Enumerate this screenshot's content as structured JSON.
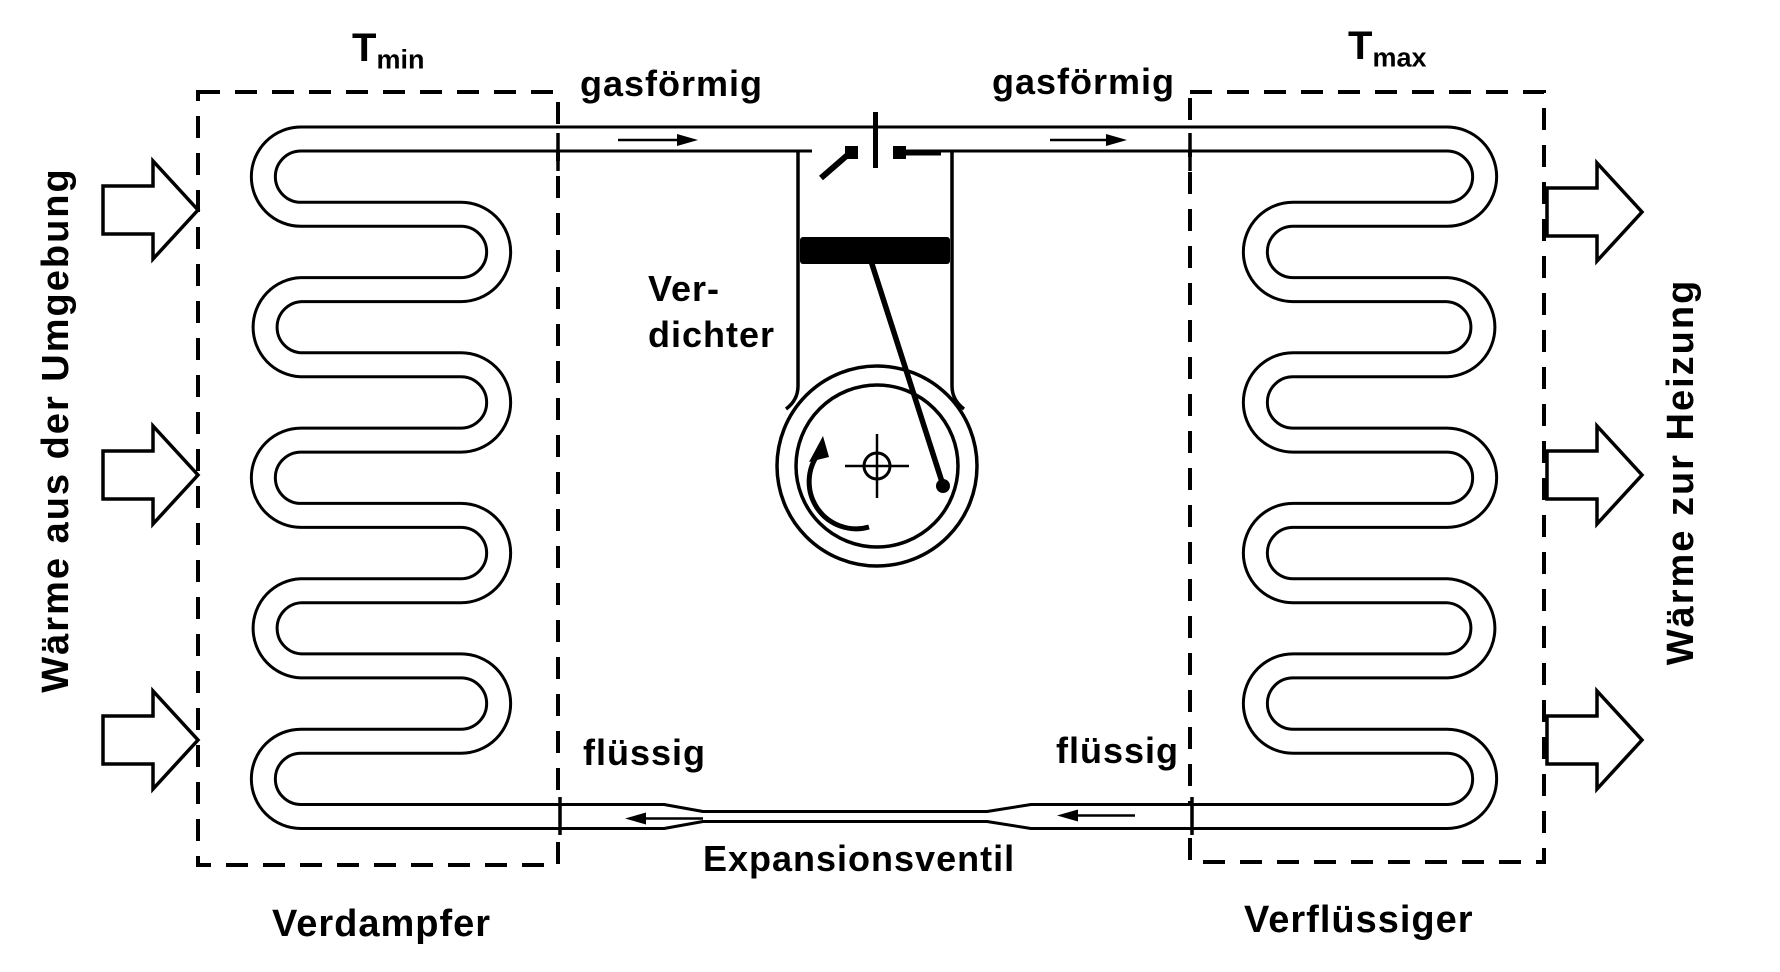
{
  "labels": {
    "t_min_base": "T",
    "t_min_sub": "min",
    "t_max_base": "T",
    "t_max_sub": "max",
    "gas_left": "gasförmig",
    "gas_right": "gasförmig",
    "compressor_line_1": "Ver-",
    "compressor_line_2": "dichter",
    "liquid_left": "flüssig",
    "liquid_right": "flüssig",
    "expansion_valve": "Expansionsventil",
    "evaporator": "Verdampfer",
    "condenser": "Verflüssiger",
    "heat_source": "Wärme aus der Umgebung",
    "heat_sink": "Wärme zur Heizung"
  },
  "colors": {
    "ink": "#000000",
    "paper": "#ffffff"
  }
}
